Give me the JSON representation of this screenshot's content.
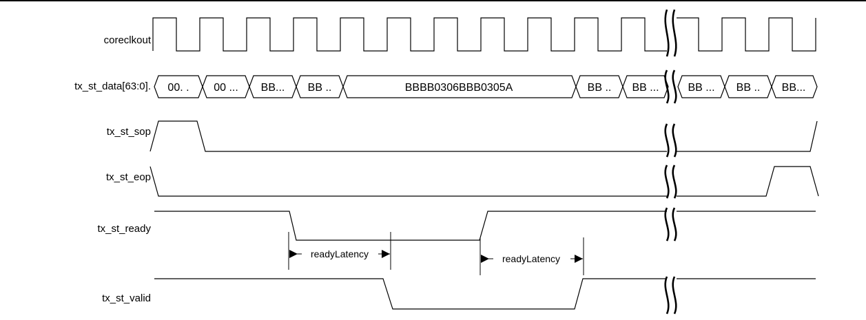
{
  "signals": [
    {
      "id": "coreclkout",
      "label": "coreclkout"
    },
    {
      "id": "tx_st_data",
      "label": "tx_st_data[63:0]."
    },
    {
      "id": "tx_st_sop",
      "label": "tx_st_sop"
    },
    {
      "id": "tx_st_eop",
      "label": "tx_st_eop"
    },
    {
      "id": "tx_st_ready",
      "label": "tx_st_ready"
    },
    {
      "id": "tx_st_valid",
      "label": "tx_st_valid"
    }
  ],
  "bus_values": [
    "00. .",
    "00 ...",
    "BB...",
    "BB ..",
    "BBBB0306BBB0305A",
    "BB ..",
    "BB ...",
    "BB ...",
    "BB ..",
    "BB..."
  ],
  "annotations": {
    "ready_latency_1": "readyLatency",
    "ready_latency_2": "readyLatency"
  }
}
